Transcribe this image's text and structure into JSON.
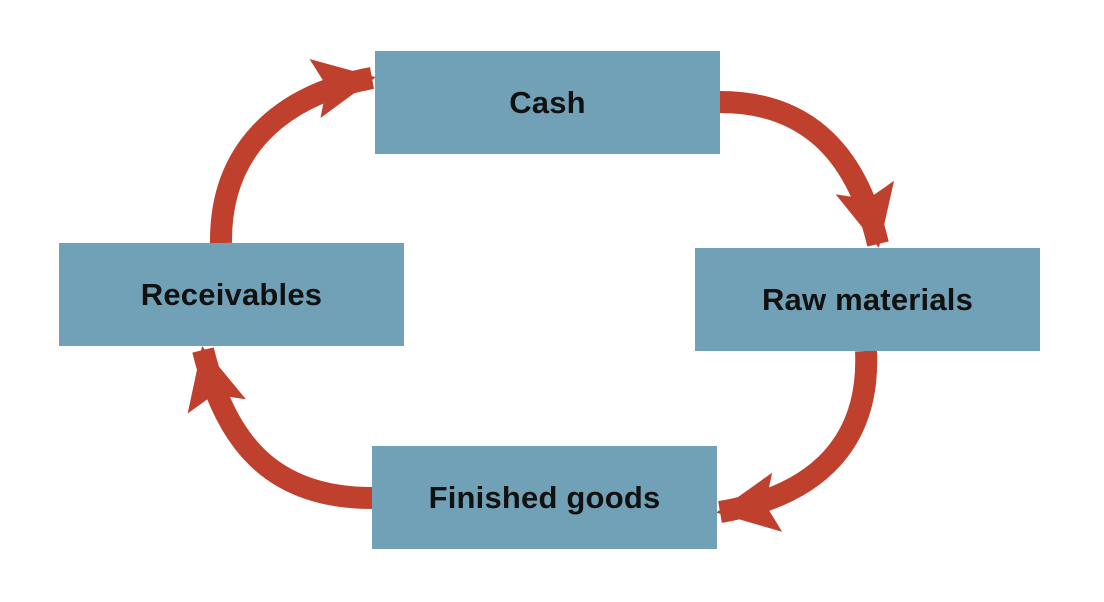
{
  "diagram": {
    "type": "cycle",
    "nodes": [
      {
        "id": "cash",
        "label": "Cash"
      },
      {
        "id": "raw",
        "label": "Raw materials"
      },
      {
        "id": "fin",
        "label": "Finished goods"
      },
      {
        "id": "rec",
        "label": "Receivables"
      }
    ],
    "edges": [
      {
        "from": "cash",
        "to": "raw"
      },
      {
        "from": "raw",
        "to": "fin"
      },
      {
        "from": "fin",
        "to": "rec"
      },
      {
        "from": "rec",
        "to": "cash"
      }
    ],
    "colors": {
      "box_fill": "#71a1b6",
      "arrow": "#c0402e",
      "text": "#111111"
    }
  }
}
